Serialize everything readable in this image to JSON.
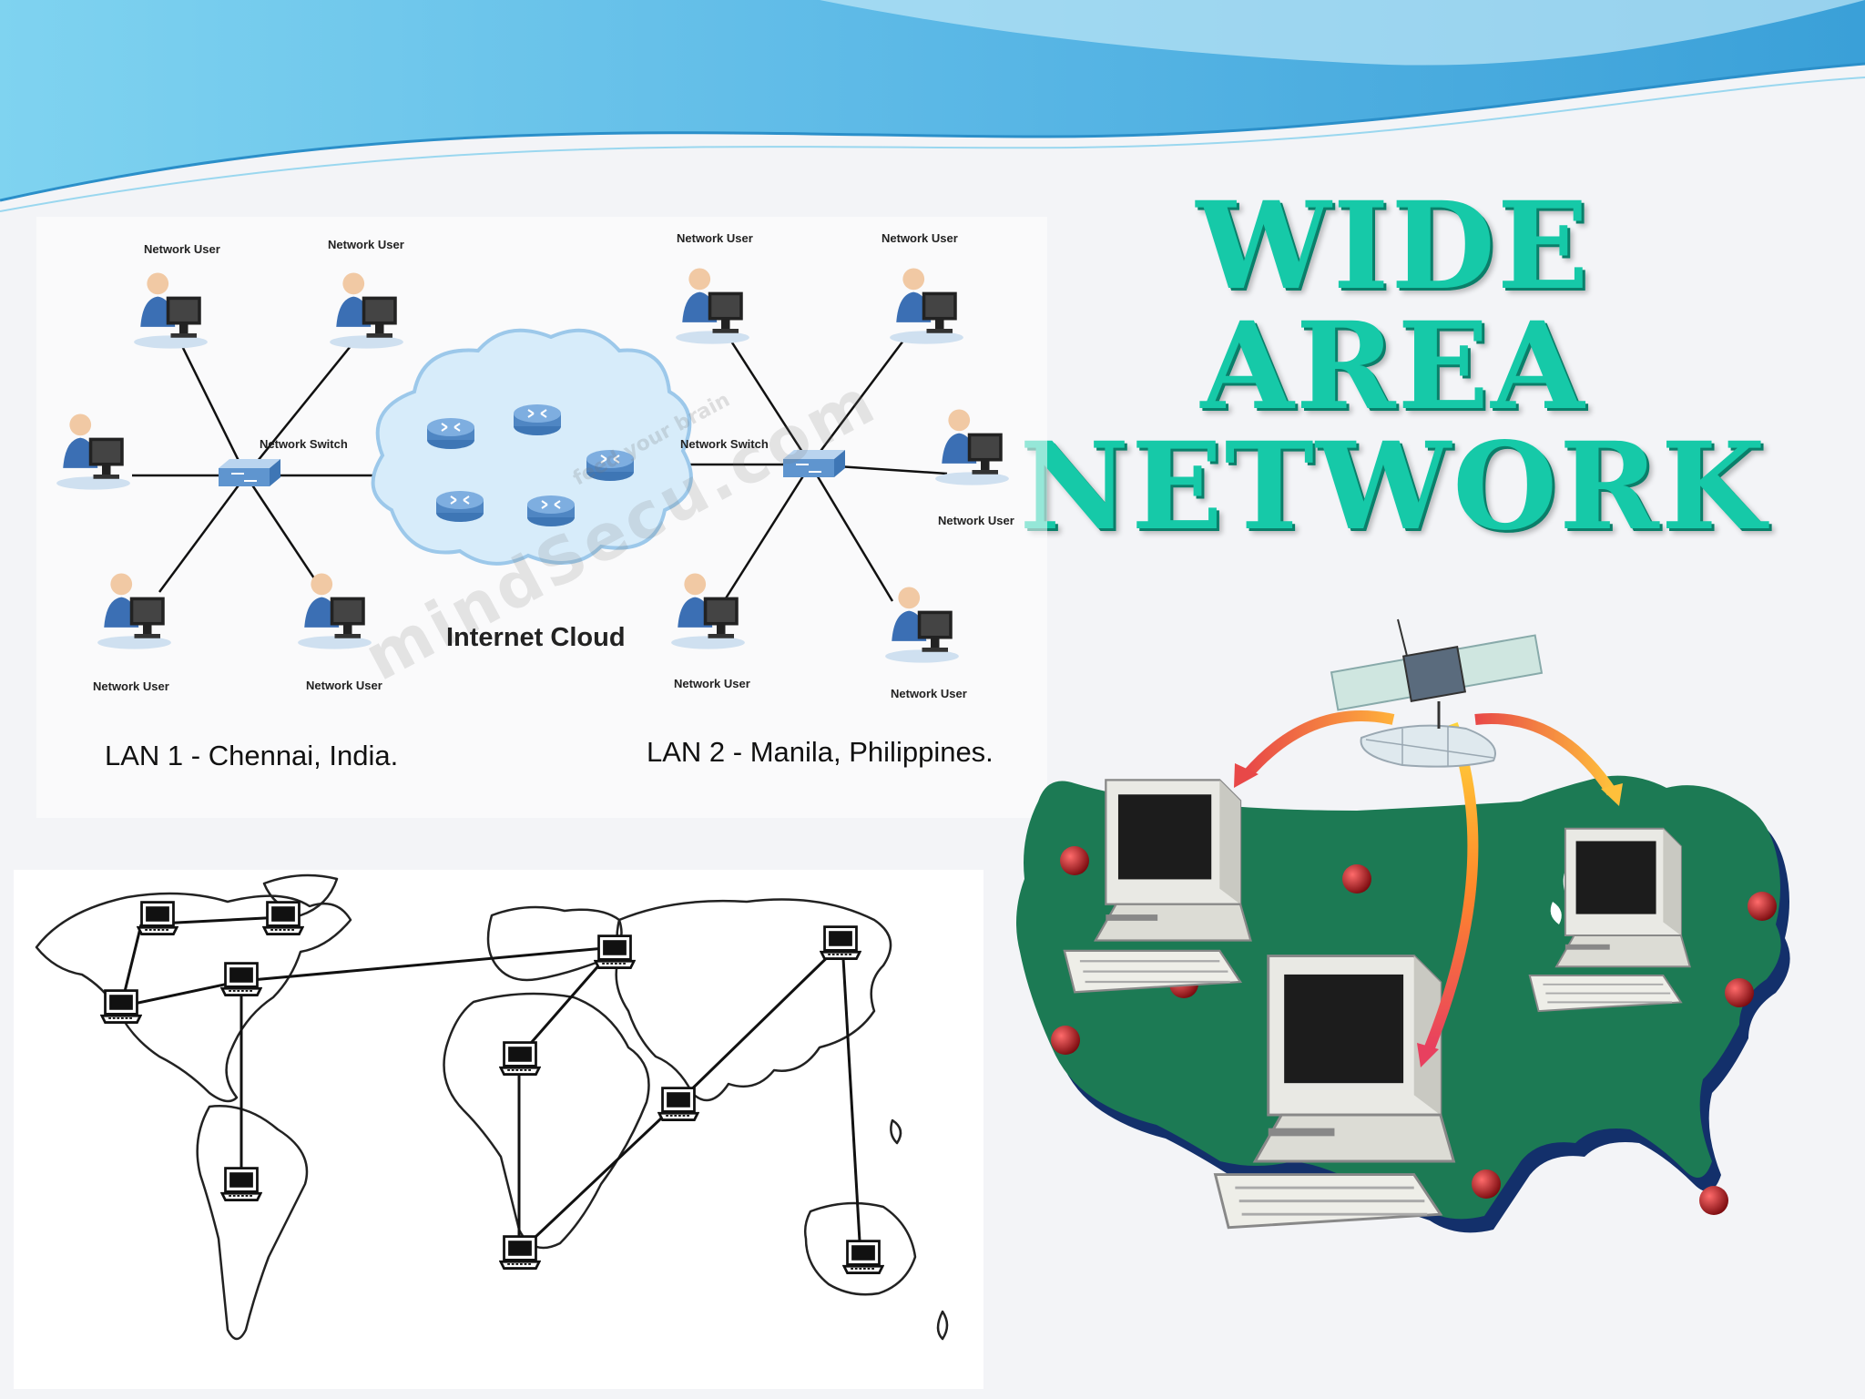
{
  "title": {
    "line1": "WIDE AREA",
    "line2": "NETWORK"
  },
  "lan_diagram": {
    "switch_label": "Network Switch",
    "user_label": "Network User",
    "cloud_label": "Internet Cloud",
    "lan1_caption": "LAN 1 - Chennai, India.",
    "lan2_caption": "LAN 2 - Manila, Philippines.",
    "watermark": "mindSecu.com",
    "watermark_tagline": "feed your brain"
  },
  "colors": {
    "title": "#16c9a8",
    "title_shadow": "#0a7f6a",
    "map_green": "#1c7a54",
    "map_edge": "#13306b",
    "banner_blue": "#5bb8e6",
    "node_red": "#a30e14"
  },
  "icons": [
    "network-user-icon",
    "network-switch-icon",
    "router-icon",
    "cloud-icon",
    "laptop-icon",
    "satellite-icon",
    "desktop-computer-icon"
  ]
}
